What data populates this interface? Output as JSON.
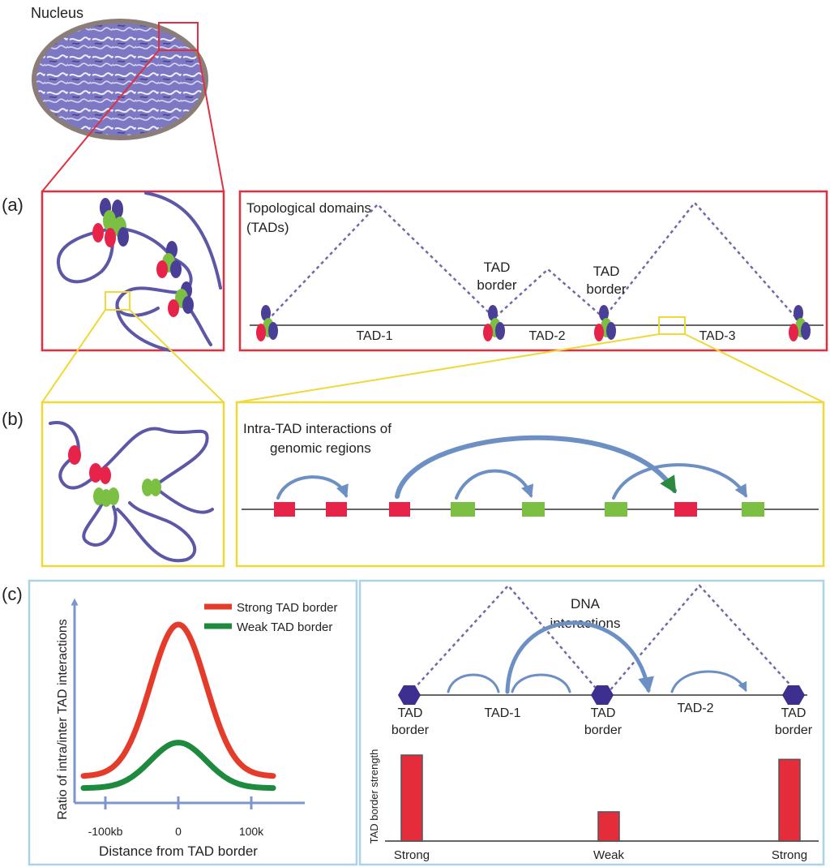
{
  "nucleus_label": "Nucleus",
  "panels": {
    "a": {
      "letter": "(a)",
      "title_line1": "Topological domains",
      "title_line2": "(TADs)",
      "tads": [
        "TAD-1",
        "TAD-2",
        "TAD-3"
      ],
      "border_word1": "TAD",
      "border_word2": "border"
    },
    "b": {
      "letter": "(b)",
      "title_line1": "Intra-TAD interactions of",
      "title_line2": "genomic regions"
    },
    "c": {
      "letter": "(c)",
      "dna_line1": "DNA",
      "dna_line2": "interactions",
      "tads": [
        "TAD-1",
        "TAD-2"
      ],
      "border_word1": "TAD",
      "border_word2": "border",
      "strength_axis": "TAD border strength",
      "strength_bars": [
        {
          "label": "Strong",
          "value": 1.0
        },
        {
          "label": "Weak",
          "value": 0.34
        },
        {
          "label": "Strong",
          "value": 0.95
        }
      ]
    }
  },
  "chart_data": {
    "type": "line",
    "xlabel": "Distance from TAD border",
    "ylabel": "Ratio of intra/inter TAD interactions",
    "tick_labels": [
      "-100kb",
      "0",
      "100k"
    ],
    "x": [
      -100,
      0,
      100
    ],
    "series": [
      {
        "name": "Strong TAD border",
        "color": "#e53b2a",
        "peak": 1.0,
        "base": 0.1
      },
      {
        "name": "Weak TAD border",
        "color": "#1e8a3e",
        "peak": 0.3,
        "base": 0.03
      }
    ]
  },
  "colors": {
    "red_frame": "#e0303f",
    "yellow_frame": "#f0d838",
    "blue_frame": "#a9d4e8",
    "chromatin": "#5d57a7",
    "dotted": "#6f6aa8",
    "arc": "#6c8fc4",
    "magenta": "#e8234a",
    "green": "#7bc043",
    "navy": "#4a3f96",
    "bar_red": "#e52c3a"
  }
}
